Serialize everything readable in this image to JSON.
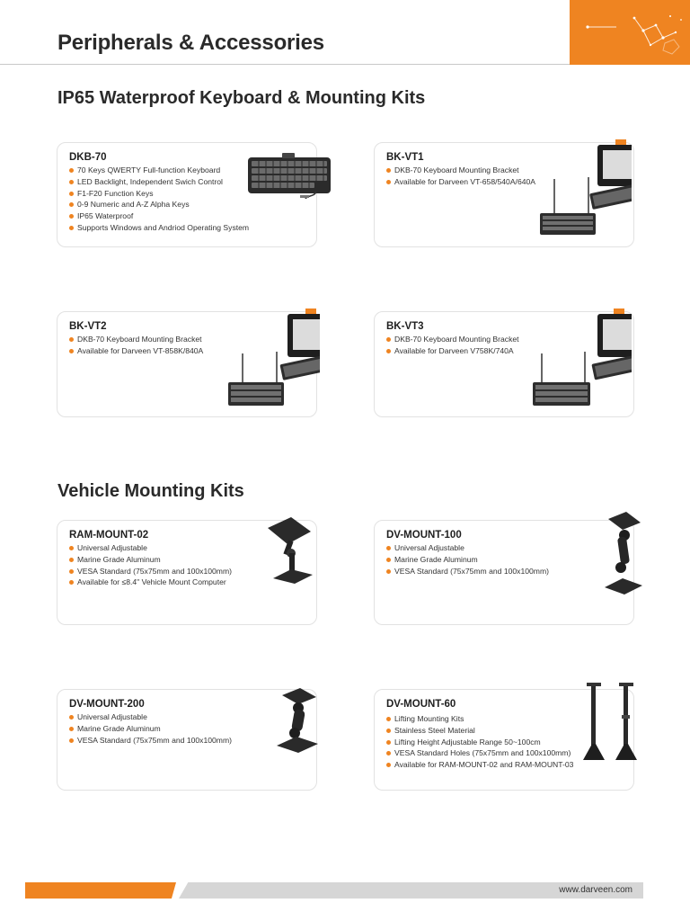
{
  "header": {
    "title": "Peripherals & Accessories",
    "accent_color": "#ef8421"
  },
  "sections": {
    "keyboard": {
      "title": "IP65 Waterproof Keyboard & Mounting Kits"
    },
    "vehicle": {
      "title": "Vehicle Mounting Kits"
    }
  },
  "products": {
    "dkb70": {
      "name": "DKB-70",
      "features": [
        "70 Keys QWERTY Full-function Keyboard",
        "LED Backlight, Independent Swich Control",
        "F1-F20 Function Keys",
        "0-9 Numeric and A-Z Alpha Keys",
        "IP65 Waterproof",
        "Supports Windows and Andriod Operating System"
      ],
      "image_icon": "keyboard-icon"
    },
    "bkvt1": {
      "name": "BK-VT1",
      "features": [
        "DKB-70 Keyboard Mounting Bracket",
        "Available for Darveen VT-658/540A/640A"
      ],
      "image_icon": "keyboard-bracket-icon"
    },
    "bkvt2": {
      "name": "BK-VT2",
      "features": [
        "DKB-70 Keyboard Mounting Bracket",
        "Available for Darveen VT-858K/840A"
      ],
      "image_icon": "keyboard-bracket-icon"
    },
    "bkvt3": {
      "name": "BK-VT3",
      "features": [
        "DKB-70 Keyboard Mounting Bracket",
        "Available for Darveen V758K/740A"
      ],
      "image_icon": "keyboard-bracket-icon"
    },
    "rammount02": {
      "name": "RAM-MOUNT-02",
      "features": [
        "Universal Adjustable",
        "Marine Grade Aluminum",
        "VESA Standard (75x75mm and 100x100mm)",
        "Available for ≤8.4\" Vehicle Mount Computer"
      ],
      "image_icon": "vesa-mount-icon"
    },
    "dvmount100": {
      "name": "DV-MOUNT-100",
      "features": [
        "Universal Adjustable",
        "Marine Grade Aluminum",
        "VESA Standard (75x75mm and 100x100mm)"
      ],
      "image_icon": "ball-mount-icon"
    },
    "dvmount200": {
      "name": "DV-MOUNT-200",
      "features": [
        "Universal Adjustable",
        "Marine Grade Aluminum",
        "VESA Standard (75x75mm and 100x100mm)"
      ],
      "image_icon": "ball-mount-icon"
    },
    "dvmount60": {
      "name": "DV-MOUNT-60",
      "features": [
        "Lifting Mounting Kits",
        "Stainless Steel Material",
        "Lifting Height Adjustable Range 50~100cm",
        "VESA Standard Holes (75x75mm and 100x100mm)",
        "Available for RAM-MOUNT-02 and RAM-MOUNT-03"
      ],
      "image_icon": "lifting-pole-icon"
    }
  },
  "footer": {
    "url": "www.darveen.com"
  }
}
